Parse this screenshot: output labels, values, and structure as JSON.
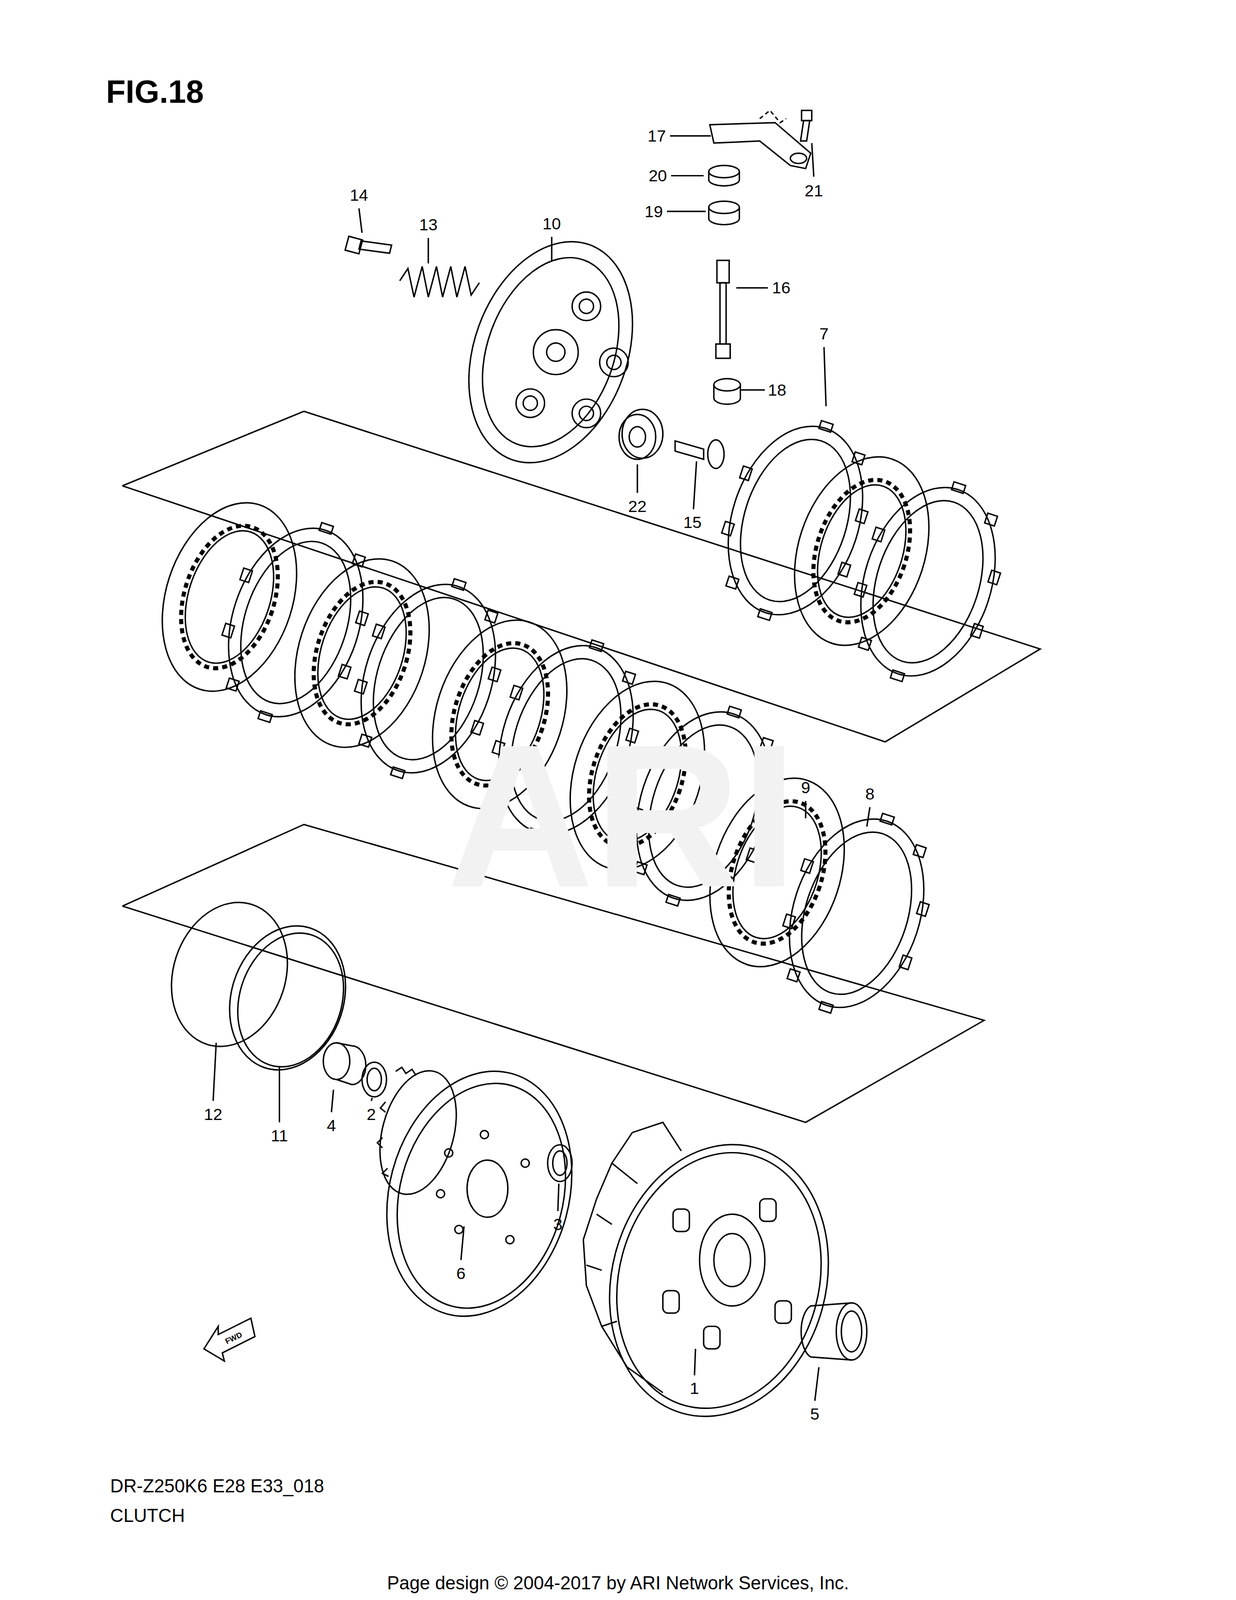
{
  "diagram": {
    "title": "FIG.18",
    "labels": [
      "17",
      "20",
      "21",
      "14",
      "19",
      "10",
      "13",
      "16",
      "7",
      "18",
      "22",
      "15",
      "9",
      "8",
      "12",
      "2",
      "4",
      "11",
      "3",
      "6",
      "1",
      "5",
      "ARI",
      "FWD",
      "DR-Z250K6 E28 E33_018",
      "CLUTCH",
      "Page design © 2004-2017 by ARI Network Services, Inc."
    ]
  }
}
